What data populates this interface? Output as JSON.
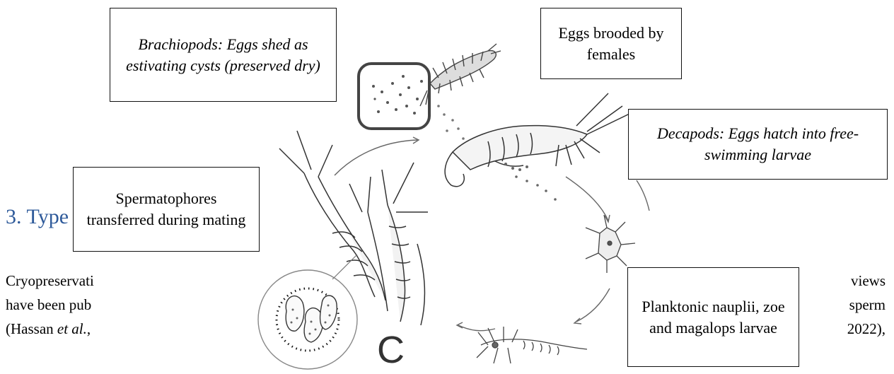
{
  "section": {
    "heading": "3. Type"
  },
  "paragraph": {
    "line1_left": "Cryopreservati",
    "line2_left": "have been pub",
    "line3_left_pre": "(Hassan ",
    "line3_left_em": "et al.",
    "line3_left_post": ",",
    "line1_right": "views",
    "line2_right": "sperm",
    "line3_right": "2022),"
  },
  "figure": {
    "panel_letter": "C",
    "labels": {
      "brachiopods": "Brachiopods: Eggs shed as estivating cysts (preserved dry)",
      "eggs_brooded": "Eggs brooded by females",
      "decapods": "Decapods: Eggs hatch into free-swimming larvae",
      "spermatophores": "Spermatophores transferred during mating",
      "planktonic": "Planktonic nauplii, zoe and magalops larvae"
    }
  }
}
